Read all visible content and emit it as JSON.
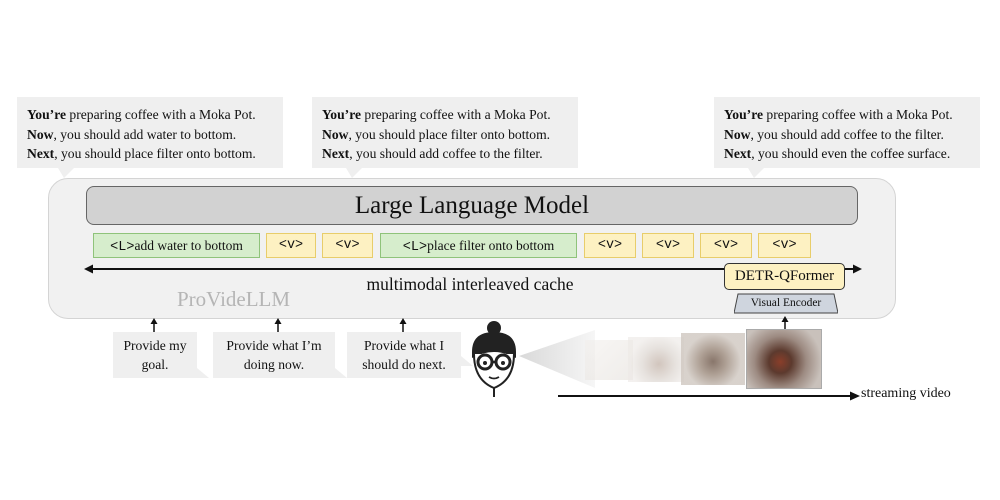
{
  "outputs": [
    {
      "lines": [
        {
          "bold": "You’re",
          "rest": " preparing coffee with a Moka Pot."
        },
        {
          "bold": "Now",
          "rest": ", you should add water to bottom."
        },
        {
          "bold": "Next",
          "rest": ", you should place filter onto bottom."
        }
      ]
    },
    {
      "lines": [
        {
          "bold": "You’re",
          "rest": " preparing coffee with a Moka Pot."
        },
        {
          "bold": "Now",
          "rest": ", you should place filter onto bottom."
        },
        {
          "bold": "Next",
          "rest": ", you should add coffee to the filter."
        }
      ]
    },
    {
      "lines": [
        {
          "bold": "You’re",
          "rest": " preparing coffee with a Moka Pot."
        },
        {
          "bold": "Now",
          "rest": ", you should add coffee to the filter."
        },
        {
          "bold": "Next",
          "rest": ", you should even the coffee surface."
        }
      ]
    }
  ],
  "llm_label": "Large Language Model",
  "tokens": {
    "lang_tag": "<L>",
    "lang_1": "add water to bottom",
    "lang_2": "place filter onto bottom",
    "visual": "<v>"
  },
  "cache_label": "multimodal interleaved cache",
  "brand_name": "ProVideLLM",
  "qformer_label": "DETR-QFormer",
  "encoder_label": "Visual Encoder",
  "inputs": [
    {
      "line1": "Provide my",
      "line2": "goal."
    },
    {
      "line1": "Provide what I’m",
      "line2": "doing now."
    },
    {
      "line1": "Provide what I",
      "line2": "should do next."
    }
  ],
  "stream_label": "streaming video",
  "colors": {
    "language_token": "#d6edcc",
    "visual_token": "#fdf1c2",
    "llm_box": "#d2d2d2",
    "panel": "#f1f1f1"
  }
}
